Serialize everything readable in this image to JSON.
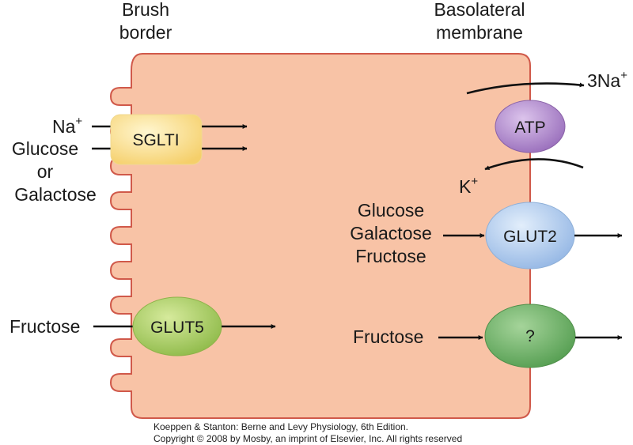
{
  "headings": {
    "brush_border": [
      "Brush",
      "border"
    ],
    "basolateral": [
      "Basolateral",
      "membrane"
    ]
  },
  "transporters": {
    "sglt": "SGLTI",
    "glut5": "GLUT5",
    "atp": "ATP",
    "glut2": "GLUT2",
    "unknown": "?"
  },
  "substrates": {
    "na_in": "Na",
    "na_in_sup": "+",
    "glucose": "Glucose",
    "or": "or",
    "galactose": "Galactose",
    "fructose_left": "Fructose",
    "na_out": "3Na",
    "na_out_sup": "+",
    "k_in": "K",
    "k_in_sup": "+",
    "glut2_substrates": [
      "Glucose",
      "Galactose",
      "Fructose"
    ],
    "fructose_right": "Fructose"
  },
  "credit": [
    "Koeppen & Stanton: Berne and Levy Physiology, 6th Edition.",
    "Copyright © 2008 by Mosby, an imprint of Elsevier, Inc. All rights reserved"
  ],
  "colors": {
    "cell_fill": "#f8c3a6",
    "cell_stroke": "#d0594a",
    "sglt": "#fbe49a",
    "glut5": "#a8cc62",
    "atp": "#b58fcf",
    "glut2": "#aecbef",
    "unknown": "#6fb16a"
  }
}
